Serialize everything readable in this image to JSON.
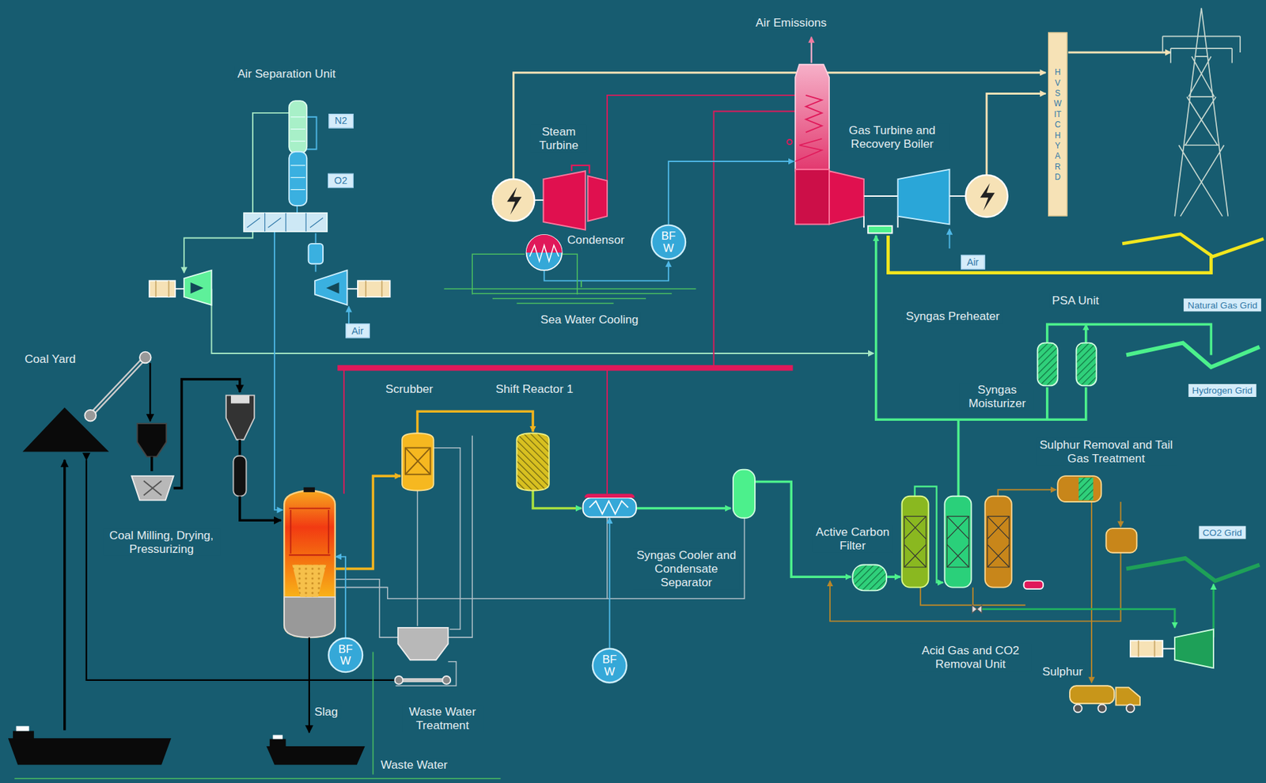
{
  "diagram": {
    "nodes": [
      {
        "text": [
          "N2"
        ]
      },
      {
        "text": [
          "O2"
        ]
      },
      {
        "text": [
          "HV SWITCHYARD"
        ]
      },
      {
        "text": [
          "BF W"
        ]
      },
      {
        "text": [
          "Air"
        ]
      },
      {
        "text": [
          "Natural Gas Grid"
        ]
      },
      {
        "text": [
          "Air"
        ]
      },
      {
        "text": [
          "Hydrogen Grid"
        ]
      },
      {
        "text": [
          "CO2 Grid"
        ]
      },
      {
        "text": [
          "BF W"
        ]
      },
      {
        "text": [
          "BF W"
        ]
      }
    ],
    "labels": [
      "Air Emissions",
      "Air Separation Unit",
      "Steam Turbine",
      "Gas Turbine and Recovery Boiler",
      "Condensor",
      "Sea Water Cooling",
      "Coal Yard",
      "Syngas Preheater",
      "PSA Unit",
      "Scrubber",
      "Shift Reactor 1",
      "Syngas Moisturizer",
      "Sulphur Removal and Tail Gas Treatment",
      "Coal Milling, Drying, Pressurizing",
      "Active Carbon Filter",
      "Syngas Cooler and Condensate Separator",
      "Acid Gas and CO2 Removal Unit",
      "Sulphur",
      "Slag",
      "Waste Water Treatment",
      "Waste Water"
    ]
  }
}
